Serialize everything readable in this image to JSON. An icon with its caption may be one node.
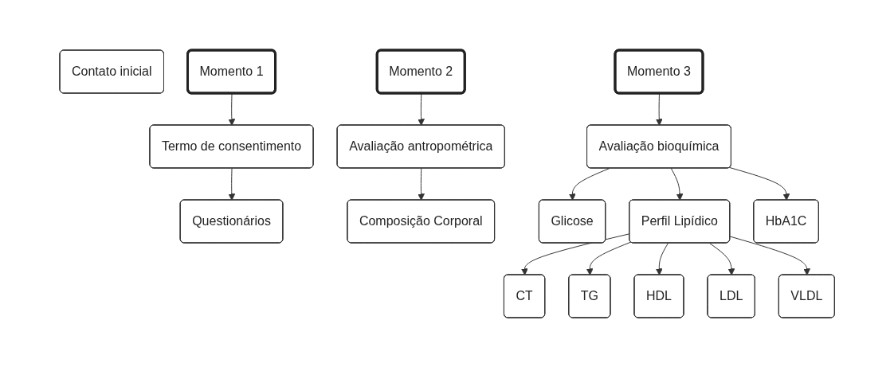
{
  "diagram": {
    "nodes": [
      {
        "text": [
          "Contato inicial"
        ]
      },
      {
        "text": [
          "Momento 1"
        ]
      },
      {
        "text": [
          "Termo de consentimento"
        ]
      },
      {
        "text": [
          "Questionários"
        ]
      },
      {
        "text": [
          "Momento 2"
        ]
      },
      {
        "text": [
          "Avaliação antropométrica"
        ]
      },
      {
        "text": [
          "Composição Corporal"
        ]
      },
      {
        "text": [
          "Momento 3"
        ]
      },
      {
        "text": [
          "Avaliação bioquímica"
        ]
      },
      {
        "text": [
          "Glicose"
        ]
      },
      {
        "text": [
          "Perfil Lipídico"
        ]
      },
      {
        "text": [
          "HbA1C"
        ]
      },
      {
        "text": [
          "CT"
        ]
      },
      {
        "text": [
          "TG"
        ]
      },
      {
        "text": [
          "HDL"
        ]
      },
      {
        "text": [
          "LDL"
        ]
      },
      {
        "text": [
          "VLDL"
        ]
      }
    ],
    "edges": [
      {
        "from": 1,
        "to": 2,
        "arrow": "to"
      },
      {
        "from": 2,
        "to": 3,
        "arrow": "to"
      },
      {
        "from": 4,
        "to": 5,
        "arrow": "to"
      },
      {
        "from": 5,
        "to": 6,
        "arrow": "to"
      },
      {
        "from": 7,
        "to": 8,
        "arrow": "to"
      },
      {
        "from": 8,
        "to": 9,
        "arrow": "to"
      },
      {
        "from": 8,
        "to": 10,
        "arrow": "to"
      },
      {
        "from": 8,
        "to": 11,
        "arrow": "to"
      },
      {
        "from": 10,
        "to": 12,
        "arrow": "to"
      },
      {
        "from": 10,
        "to": 13,
        "arrow": "to"
      },
      {
        "from": 10,
        "to": 14,
        "arrow": "to"
      },
      {
        "from": 10,
        "to": 15,
        "arrow": "to"
      },
      {
        "from": 10,
        "to": 16,
        "arrow": "to"
      }
    ]
  }
}
